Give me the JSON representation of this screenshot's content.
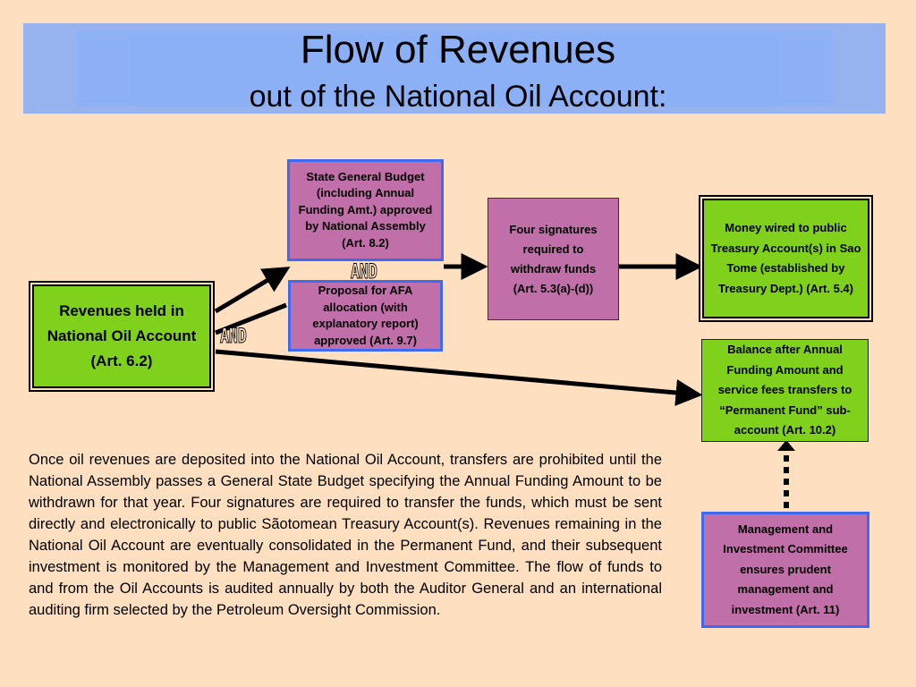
{
  "title": {
    "main": "Flow of Revenues",
    "sub": "out of the National Oil Account:"
  },
  "nodes": {
    "revenues_held": "Revenues held in National Oil Account (Art. 6.2)",
    "state_budget": "State General Budget (including Annual Funding Amt.) approved by National Assembly (Art. 8.2)",
    "afa_proposal": "Proposal for AFA allocation (with explanatory report) approved (Art. 9.7)",
    "four_signatures": "Four signatures required to withdraw funds (Art. 5.3(a)-(d))",
    "money_wired": "Money wired to public Treasury Account(s) in Sao Tome (established by Treasury Dept.) (Art. 5.4)",
    "balance_after": "Balance after Annual Funding Amount and service fees transfers to “Permanent Fund” sub-account (Art. 10.2)",
    "management_committee": "Management and Investment Committee ensures prudent management and investment (Art. 11)"
  },
  "labels": {
    "and_left": "AND",
    "and_top": "AND"
  },
  "paragraph": "Once oil revenues are deposited into the National Oil Account, transfers are prohibited until the National Assembly passes a General State Budget specifying the Annual Funding Amount to be withdrawn for that year. Four signatures are required to transfer the funds, which must be sent directly and electronically to public Sãotomean Treasury Account(s). Revenues remaining in the National Oil Account are eventually consolidated in the Permanent Fund, and their subsequent investment is monitored by the Management and Investment Committee. The flow of funds to and from the Oil Accounts is audited annually by both the Auditor General and an international auditing firm selected by the Petroleum Oversight Commission.",
  "colors": {
    "background": "#fedfc0",
    "banner": "#96b3ef",
    "pink_box": "#c06fa8",
    "green_box": "#7fd11b",
    "blue_border": "#3d6af0"
  }
}
